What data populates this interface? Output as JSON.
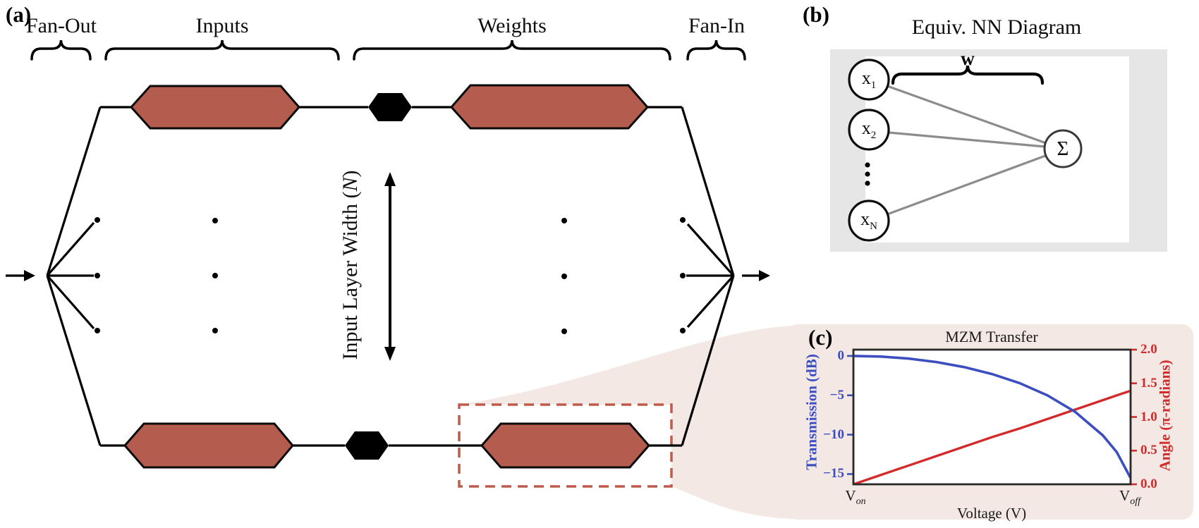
{
  "figure": {
    "panels": {
      "a": {
        "label": "(a)",
        "section_labels": [
          "Fan-Out",
          "Inputs",
          "Weights",
          "Fan-In"
        ],
        "vertical_label": {
          "pre": "Input Layer Width (",
          "var": "N",
          "post": ")"
        }
      },
      "b": {
        "label": "(b)",
        "title": "Equiv. NN Diagram",
        "nodes": [
          {
            "base": "x",
            "sub": "1"
          },
          {
            "base": "x",
            "sub": "2"
          },
          {
            "base": "x",
            "sub": "N"
          }
        ],
        "sum_node": "Σ",
        "weights_label": "w"
      },
      "c": {
        "label": "(c)"
      }
    },
    "colors": {
      "modulator_red": "#b45c4e",
      "highlight_dash_red": "#c05a4b",
      "callout_pink": "#f3e8e4",
      "transmission_blue": "#3c4ec0",
      "angle_red": "#d32b2b",
      "nn_box_gray": "#e6e6e6",
      "nn_line_gray": "#8c8c8c"
    }
  },
  "chart_data": {
    "type": "line",
    "title": "MZM Transfer",
    "xlabel": "Voltage (V)",
    "x_tick_labels": [
      {
        "base": "V",
        "sub": "on"
      },
      {
        "base": "V",
        "sub": "off"
      }
    ],
    "left_axis": {
      "label": "Transmission (dB)",
      "color": "#3c4ec0",
      "lim": [
        -16.3,
        0.8
      ],
      "ticks": [
        {
          "label": "0",
          "value": 0
        },
        {
          "label": "−5",
          "value": -5
        },
        {
          "label": "−10",
          "value": -10
        },
        {
          "label": "−15",
          "value": -15
        }
      ]
    },
    "right_axis": {
      "label": "Angle (π-radians)",
      "color": "#d32b2b",
      "lim": [
        0,
        2
      ],
      "ticks": [
        {
          "label": "2.0",
          "value": 2.0
        },
        {
          "label": "1.5",
          "value": 1.5
        },
        {
          "label": "1.0",
          "value": 1.0
        },
        {
          "label": "0.5",
          "value": 0.5
        },
        {
          "label": "0.0",
          "value": 0.0
        }
      ]
    },
    "x_norm": [
      0,
      0.1,
      0.2,
      0.3,
      0.4,
      0.5,
      0.6,
      0.7,
      0.8,
      0.9,
      0.95,
      1
    ],
    "series": [
      {
        "name": "Transmission (dB)",
        "axis": "left",
        "color": "#3c4ec0",
        "values": [
          0,
          -0.08,
          -0.34,
          -0.78,
          -1.42,
          -2.3,
          -3.45,
          -5.0,
          -7.1,
          -10.1,
          -12.2,
          -15.5
        ]
      },
      {
        "name": "Angle (π-radians)",
        "axis": "right",
        "color": "#d32b2b",
        "values": [
          0,
          0.14,
          0.28,
          0.42,
          0.56,
          0.7,
          0.83,
          0.97,
          1.11,
          1.25,
          1.32,
          1.39
        ]
      }
    ],
    "legend": "none",
    "grid": false
  }
}
